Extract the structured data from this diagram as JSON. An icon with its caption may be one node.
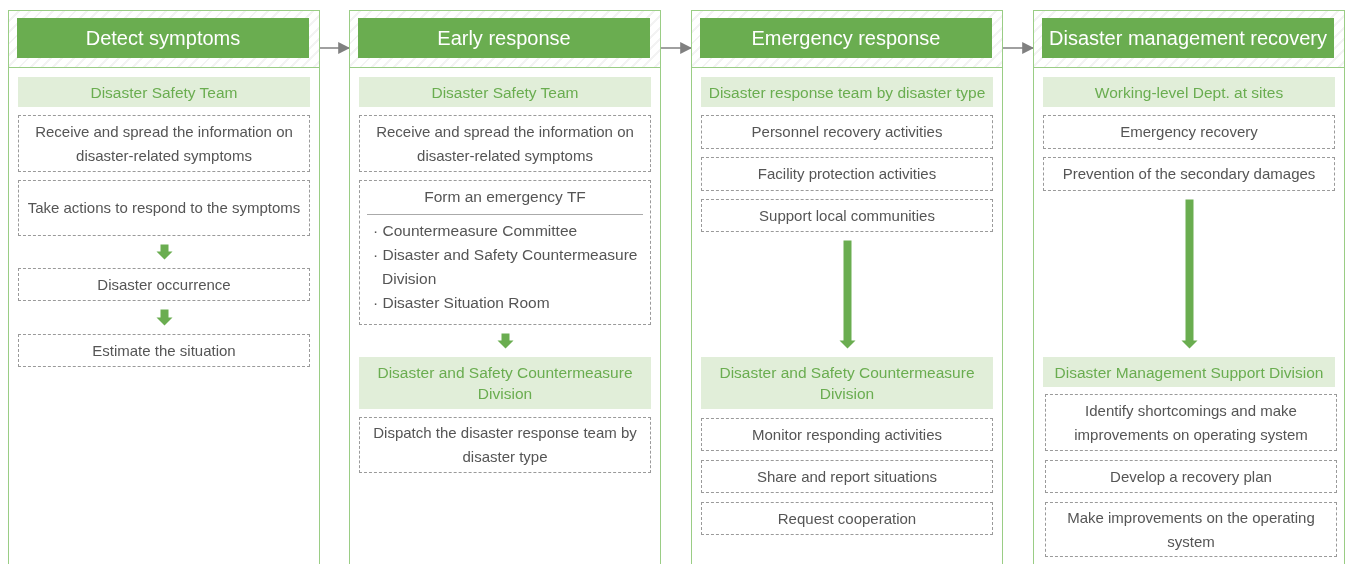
{
  "diagram": {
    "nodes": [
      {
        "text": [
          "Detect symptoms"
        ]
      },
      {
        "text": [
          "Disaster Safety Team"
        ],
        "in": 0
      },
      {
        "text": [
          "Receive and spread the information on disaster-related symptoms"
        ],
        "in": 0
      },
      {
        "text": [
          "Take actions to respond to the symptoms"
        ],
        "in": 0
      },
      {
        "text": [
          "Disaster occurrence"
        ],
        "in": 0
      },
      {
        "text": [
          "Estimate the situation"
        ],
        "in": 0
      },
      {
        "text": [
          "Early response"
        ]
      },
      {
        "text": [
          "Disaster Safety Team"
        ],
        "in": 6
      },
      {
        "text": [
          "Receive and spread the information on disaster-related symptoms"
        ],
        "in": 6
      },
      {
        "text": [
          "Form an emergency TF",
          "· Countermeasure Committee",
          "· Disaster and Safety Countermeasure Division",
          "· Disaster Situation Room"
        ],
        "in": 6
      },
      {
        "text": [
          "Disaster and Safety Countermeasure Division"
        ],
        "in": 6
      },
      {
        "text": [
          "Dispatch the disaster response team by disaster type"
        ],
        "in": 6
      },
      {
        "text": [
          "Emergency response"
        ]
      },
      {
        "text": [
          "Disaster response team by disaster type"
        ],
        "in": 12
      },
      {
        "text": [
          "Personnel recovery activities"
        ],
        "in": 12
      },
      {
        "text": [
          "Facility protection activities"
        ],
        "in": 12
      },
      {
        "text": [
          "Support local communities"
        ],
        "in": 12
      },
      {
        "text": [
          "Disaster and Safety Countermeasure Division"
        ],
        "in": 12
      },
      {
        "text": [
          "Monitor responding activities"
        ],
        "in": 12
      },
      {
        "text": [
          "Share and report situations"
        ],
        "in": 12
      },
      {
        "text": [
          "Request cooperation"
        ],
        "in": 12
      },
      {
        "text": [
          "Disaster management recovery"
        ]
      },
      {
        "text": [
          "Working-level Dept. at sites"
        ],
        "in": 21
      },
      {
        "text": [
          "Emergency recovery"
        ],
        "in": 21
      },
      {
        "text": [
          "Prevention of the secondary damages"
        ],
        "in": 21
      },
      {
        "text": [
          "Disaster Management Support Division"
        ],
        "in": 21
      },
      {
        "text": [
          "Identify shortcomings and make improvements on operating system"
        ],
        "in": 21
      },
      {
        "text": [
          "Develop a recovery plan"
        ],
        "in": 21
      },
      {
        "text": [
          "Make improvements on the operating system"
        ],
        "in": 21
      }
    ],
    "edges": [
      {
        "from": 0,
        "to": 6,
        "arrow": "to",
        "color": "#808080"
      },
      {
        "from": 6,
        "to": 12,
        "arrow": "to",
        "color": "#808080"
      },
      {
        "from": 12,
        "to": 21,
        "arrow": "to",
        "color": "#808080"
      },
      {
        "from": 3,
        "to": 4,
        "arrow": "to",
        "style": "thick"
      },
      {
        "from": 4,
        "to": 5,
        "arrow": "to",
        "style": "thick"
      },
      {
        "from": 9,
        "to": 10,
        "arrow": "to",
        "style": "thick"
      },
      {
        "from": 16,
        "to": 17,
        "arrow": "to",
        "style": "thick"
      },
      {
        "from": 24,
        "to": 25,
        "arrow": "to",
        "style": "thick"
      }
    ]
  }
}
